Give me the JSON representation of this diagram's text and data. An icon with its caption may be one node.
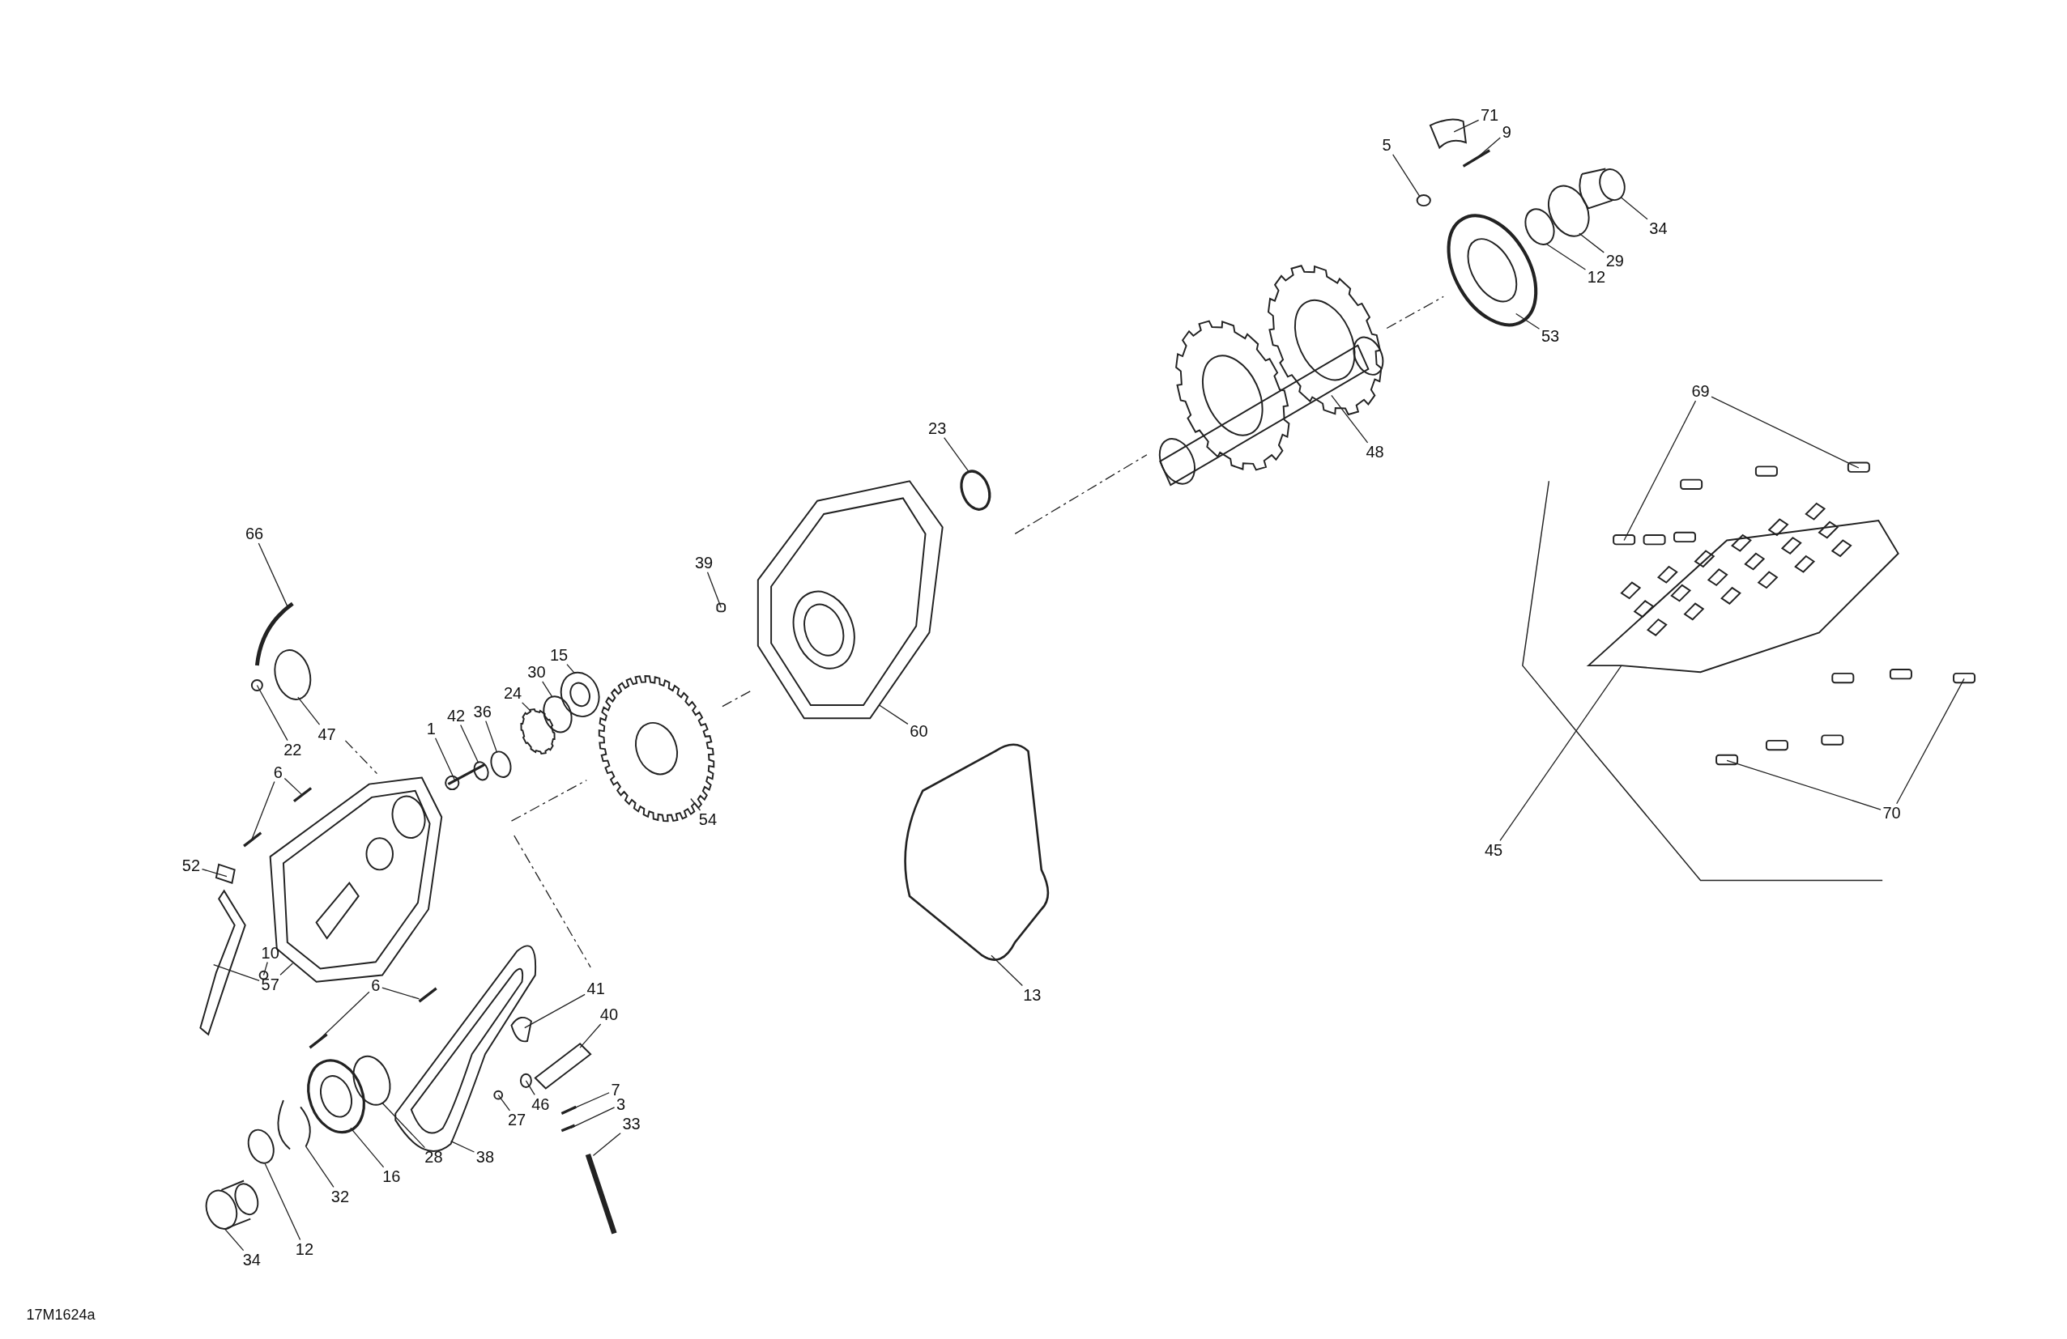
{
  "diagram": {
    "nodes": [
      {
        "text": [
          "71"
        ]
      },
      {
        "text": [
          "9"
        ]
      },
      {
        "text": [
          "5"
        ]
      },
      {
        "text": [
          "34"
        ]
      },
      {
        "text": [
          "29"
        ]
      },
      {
        "text": [
          "12"
        ]
      },
      {
        "text": [
          "53"
        ]
      },
      {
        "text": [
          "69"
        ]
      },
      {
        "text": [
          "23"
        ]
      },
      {
        "text": [
          "48"
        ]
      },
      {
        "text": [
          "66"
        ]
      },
      {
        "text": [
          "39"
        ]
      },
      {
        "text": [
          "15"
        ]
      },
      {
        "text": [
          "30"
        ]
      },
      {
        "text": [
          "24"
        ]
      },
      {
        "text": [
          "60"
        ]
      },
      {
        "text": [
          "1"
        ]
      },
      {
        "text": [
          "42"
        ]
      },
      {
        "text": [
          "36"
        ]
      },
      {
        "text": [
          "47"
        ]
      },
      {
        "text": [
          "22"
        ]
      },
      {
        "text": [
          "6"
        ]
      },
      {
        "text": [
          "54"
        ]
      },
      {
        "text": [
          "70"
        ]
      },
      {
        "text": [
          "45"
        ]
      },
      {
        "text": [
          "52"
        ]
      },
      {
        "text": [
          "10"
        ]
      },
      {
        "text": [
          "6"
        ]
      },
      {
        "text": [
          "57"
        ]
      },
      {
        "text": [
          "41"
        ]
      },
      {
        "text": [
          "40"
        ]
      },
      {
        "text": [
          "13"
        ]
      },
      {
        "text": [
          "7"
        ]
      },
      {
        "text": [
          "3"
        ]
      },
      {
        "text": [
          "33"
        ]
      },
      {
        "text": [
          "46"
        ]
      },
      {
        "text": [
          "27"
        ]
      },
      {
        "text": [
          "38"
        ]
      },
      {
        "text": [
          "28"
        ]
      },
      {
        "text": [
          "16"
        ]
      },
      {
        "text": [
          "32"
        ]
      },
      {
        "text": [
          "12"
        ]
      },
      {
        "text": [
          "34"
        ]
      },
      {
        "text": [],
        "shape": "picture"
      },
      {
        "text": [],
        "shape": "picture"
      },
      {
        "text": [],
        "shape": "circle"
      },
      {
        "text": [],
        "shape": "picture"
      },
      {
        "text": [],
        "shape": "circle"
      },
      {
        "text": [],
        "shape": "circle"
      },
      {
        "text": [],
        "shape": "picture"
      },
      {
        "text": [],
        "shape": "box"
      },
      {
        "text": [],
        "shape": "box"
      },
      {
        "text": [],
        "shape": "circle"
      },
      {
        "text": [],
        "shape": "picture"
      },
      {
        "text": [],
        "shape": "picture"
      },
      {
        "text": [],
        "shape": "box"
      },
      {
        "text": [],
        "shape": "picture"
      },
      {
        "text": [],
        "shape": "circle"
      },
      {
        "text": [],
        "shape": "picture"
      },
      {
        "text": [],
        "shape": "picture"
      },
      {
        "text": [],
        "shape": "picture"
      },
      {
        "text": [],
        "shape": "circle"
      },
      {
        "text": [],
        "shape": "circle"
      },
      {
        "text": [],
        "shape": "circle"
      },
      {
        "text": [],
        "shape": "circle"
      },
      {
        "text": [],
        "shape": "picture"
      },
      {
        "text": [],
        "shape": "picture"
      },
      {
        "text": [],
        "shape": "picture"
      },
      {
        "text": [],
        "shape": "box"
      },
      {
        "text": [],
        "shape": "box"
      },
      {
        "text": [],
        "shape": "picture"
      },
      {
        "text": [],
        "shape": "picture"
      },
      {
        "text": [],
        "shape": "circle"
      },
      {
        "text": [],
        "shape": "picture"
      },
      {
        "text": [],
        "shape": "picture"
      },
      {
        "text": [],
        "shape": "picture"
      },
      {
        "text": [],
        "shape": "picture"
      },
      {
        "text": [],
        "shape": "picture"
      },
      {
        "text": [],
        "shape": "picture"
      },
      {
        "text": [],
        "shape": "picture"
      },
      {
        "text": [],
        "shape": "picture"
      },
      {
        "text": [],
        "shape": "picture"
      },
      {
        "text": [],
        "shape": "picture"
      },
      {
        "text": [],
        "shape": "circle"
      },
      {
        "text": [],
        "shape": "circle"
      },
      {
        "text": [],
        "shape": "picture"
      },
      {
        "text": [],
        "shape": "circle"
      },
      {
        "text": [],
        "shape": "picture"
      },
      {
        "text": [],
        "shape": "picture"
      },
      {
        "text": [],
        "shape": "circle"
      },
      {
        "text": [],
        "shape": "picture"
      }
    ],
    "edges": [
      {
        "from": 0,
        "to": 43,
        "arrow": "none"
      },
      {
        "from": 1,
        "to": 44,
        "arrow": "none"
      },
      {
        "from": 2,
        "to": 45,
        "arrow": "none"
      },
      {
        "from": 3,
        "to": 46,
        "arrow": "none"
      },
      {
        "from": 4,
        "to": 47,
        "arrow": "none"
      },
      {
        "from": 5,
        "to": 48,
        "arrow": "none"
      },
      {
        "from": 6,
        "to": 49,
        "arrow": "none"
      },
      {
        "from": 7,
        "to": 50,
        "arrow": "none"
      },
      {
        "from": 7,
        "to": 51,
        "arrow": "none"
      },
      {
        "from": 8,
        "to": 52,
        "arrow": "none"
      },
      {
        "from": 9,
        "to": 53,
        "arrow": "none"
      },
      {
        "from": 10,
        "to": 54,
        "arrow": "none"
      },
      {
        "from": 11,
        "to": 55,
        "arrow": "none"
      },
      {
        "from": 12,
        "to": 56,
        "arrow": "none"
      },
      {
        "from": 13,
        "to": 57,
        "arrow": "none"
      },
      {
        "from": 14,
        "to": 58,
        "arrow": "none"
      },
      {
        "from": 15,
        "to": 59,
        "arrow": "none"
      },
      {
        "from": 16,
        "to": 60,
        "arrow": "none"
      },
      {
        "from": 17,
        "to": 61,
        "arrow": "none"
      },
      {
        "from": 18,
        "to": 62,
        "arrow": "none"
      },
      {
        "from": 19,
        "to": 63,
        "arrow": "none"
      },
      {
        "from": 20,
        "to": 64,
        "arrow": "none"
      },
      {
        "from": 21,
        "to": 65,
        "arrow": "none"
      },
      {
        "from": 21,
        "to": 66,
        "arrow": "none"
      },
      {
        "from": 22,
        "to": 67,
        "arrow": "none"
      },
      {
        "from": 23,
        "to": 68,
        "arrow": "none"
      },
      {
        "from": 23,
        "to": 69,
        "arrow": "none"
      },
      {
        "from": 24,
        "to": 70,
        "arrow": "none"
      },
      {
        "from": 25,
        "to": 71,
        "arrow": "none"
      },
      {
        "from": 26,
        "to": 72,
        "arrow": "none"
      },
      {
        "from": 27,
        "to": 73,
        "arrow": "none"
      },
      {
        "from": 27,
        "to": 74,
        "arrow": "none"
      },
      {
        "from": 28,
        "to": 75,
        "arrow": "none"
      },
      {
        "from": 28,
        "to": 76,
        "arrow": "none"
      },
      {
        "from": 29,
        "to": 77,
        "arrow": "none"
      },
      {
        "from": 30,
        "to": 78,
        "arrow": "none"
      },
      {
        "from": 31,
        "to": 79,
        "arrow": "none"
      },
      {
        "from": 32,
        "to": 80,
        "arrow": "none"
      },
      {
        "from": 33,
        "to": 81,
        "arrow": "none"
      },
      {
        "from": 34,
        "to": 82,
        "arrow": "none"
      },
      {
        "from": 35,
        "to": 83,
        "arrow": "none"
      },
      {
        "from": 36,
        "to": 84,
        "arrow": "none"
      },
      {
        "from": 37,
        "to": 85,
        "arrow": "none"
      },
      {
        "from": 38,
        "to": 86,
        "arrow": "none"
      },
      {
        "from": 39,
        "to": 87,
        "arrow": "none"
      },
      {
        "from": 40,
        "to": 88,
        "arrow": "none"
      },
      {
        "from": 41,
        "to": 89,
        "arrow": "none"
      },
      {
        "from": 42,
        "to": 90,
        "arrow": "none"
      }
    ],
    "labels": [
      "17M1624a"
    ]
  }
}
